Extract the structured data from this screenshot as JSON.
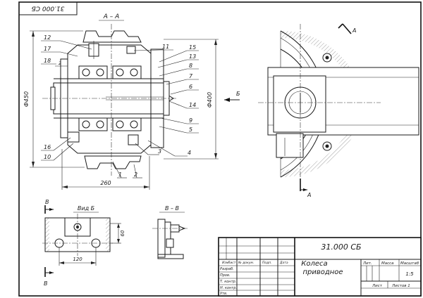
{
  "sheet": {
    "stamp_code": "31.000 СБ",
    "section_aa_label": "А – А",
    "view_b_label": "Вид Б",
    "section_bb_label": "В – В"
  },
  "positions": [
    "12",
    "17",
    "18",
    "11",
    "15",
    "13",
    "8",
    "7",
    "6",
    "14",
    "9",
    "5",
    "16",
    "10",
    "3",
    "4",
    "1",
    "2"
  ],
  "dimensions": {
    "diam_left": "Ф450",
    "diam_right": "Ф400",
    "width": "260",
    "view_b_width": "120",
    "view_b_height": "60",
    "small": "2"
  },
  "markers": {
    "b_arrow": "Б",
    "a_top": "А",
    "a_bottom": "А",
    "v_top": "В",
    "v_bottom": "В"
  },
  "title_block": {
    "code": "31.000 СБ",
    "name_line1": "Колеса",
    "name_line2": "приводное",
    "col_headers": [
      "Изм",
      "Лист",
      "№ докум.",
      "Подп.",
      "Дата"
    ],
    "roles": [
      "Разраб.",
      "Пров.",
      "Т. контр.",
      "Н. контр.",
      "Утв."
    ],
    "lit_label": "Лит.",
    "mass_label": "Масса",
    "scale_label": "Масштаб",
    "scale_value": "1:5",
    "sheet_label": "Лист",
    "sheets_label": "Листов 1"
  }
}
